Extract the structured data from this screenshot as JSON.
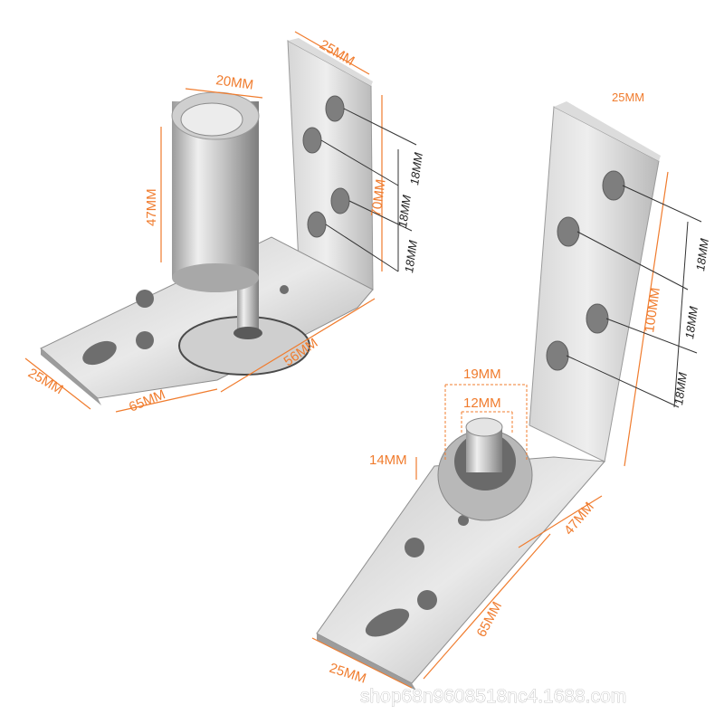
{
  "colors": {
    "dimension_orange": "#f07c2e",
    "dimension_dark": "#222222",
    "steel_light": "#e6e6e6",
    "steel_mid": "#c4c4c4",
    "steel_dark": "#8e8e8e",
    "background": "#ffffff"
  },
  "left_hinge": {
    "pin_diameter": "20MM",
    "pin_height": "47MM",
    "bracket_width_top": "25MM",
    "vertical_span": "70MM",
    "hole_spacing_1": "18MM",
    "hole_spacing_2": "18MM",
    "hole_spacing_3": "18MM",
    "base_width": "25MM",
    "base_length": "65MM",
    "base_depth": "56MM"
  },
  "right_hinge": {
    "bracket_width_top": "25MM",
    "vertical_span": "100MM",
    "hole_spacing_1": "18MM",
    "hole_spacing_2": "18MM",
    "hole_spacing_3": "18MM",
    "bearing_outer": "19MM",
    "bearing_inner": "12MM",
    "bearing_height": "14MM",
    "base_width": "25MM",
    "base_length": "65MM",
    "base_depth": "47MM"
  },
  "watermark": "shop68n9608518nc4.1688.com"
}
